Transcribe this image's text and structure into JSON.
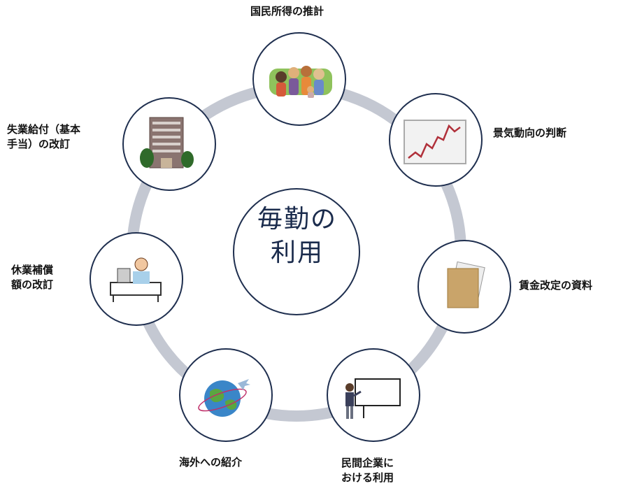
{
  "center": {
    "line1": "毎勤の",
    "line2": "利用"
  },
  "nodes": [
    {
      "label": "国民所得の推計",
      "icon": "crowd-icon"
    },
    {
      "label": "景気動向の判断",
      "icon": "line-chart-icon"
    },
    {
      "label": "賃金改定の資料",
      "icon": "document-envelope-icon"
    },
    {
      "label_lines": [
        "民間企業に",
        "おける利用"
      ],
      "icon": "presenter-whiteboard-icon"
    },
    {
      "label": "海外への紹介",
      "icon": "globe-airplane-icon"
    },
    {
      "label_lines": [
        "休業補償",
        "額の改訂"
      ],
      "icon": "patient-bed-icon"
    },
    {
      "label_lines": [
        "失業給付（基本",
        "手当）の改訂"
      ],
      "icon": "office-building-icon"
    }
  ],
  "colors": {
    "ring": "#c4c8d2",
    "stroke": "#1f2f4f",
    "center_text": "#1a2b4c"
  }
}
